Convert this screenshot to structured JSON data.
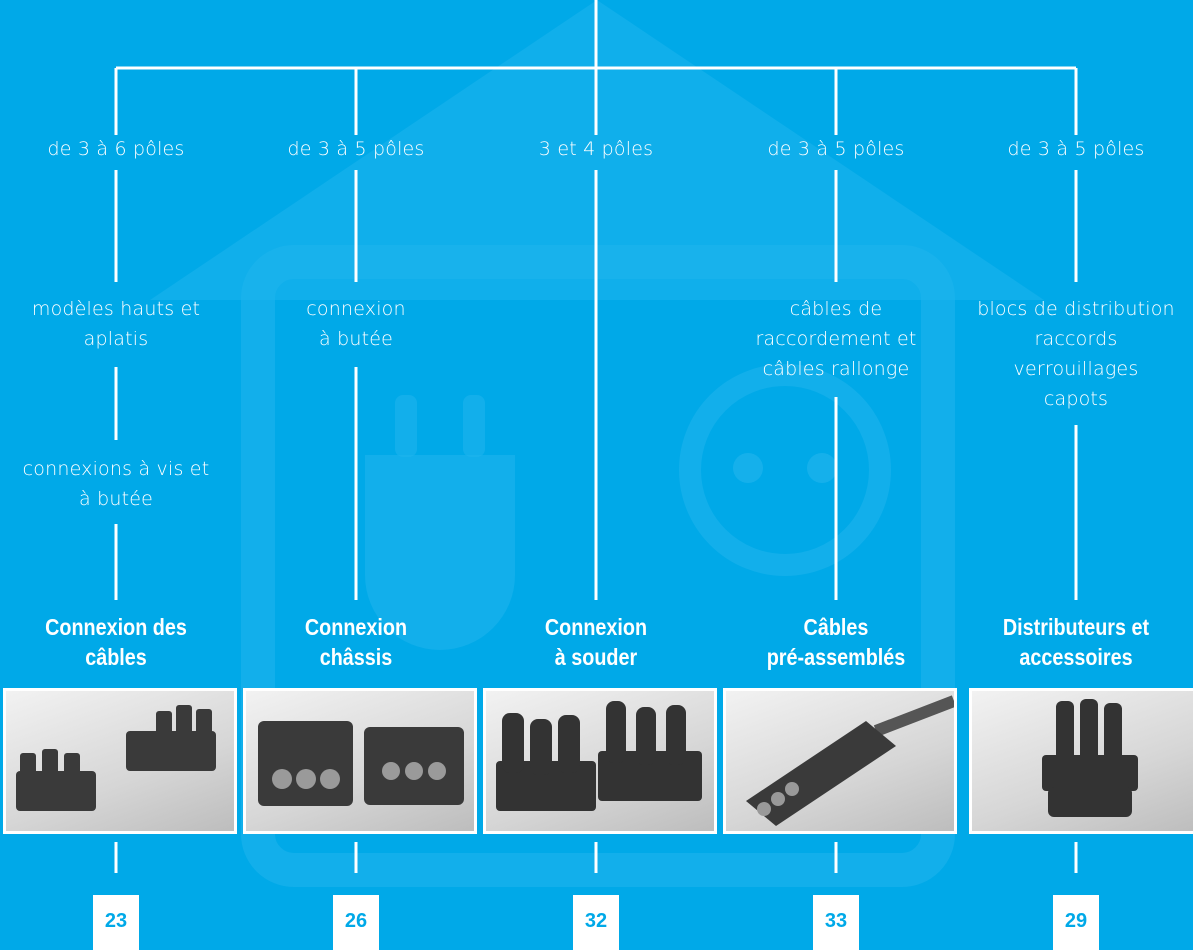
{
  "colors": {
    "background": "#00a9e8",
    "lines": "#ffffff",
    "badge_text": "#00a9e8"
  },
  "columns": [
    {
      "poles": "de 3 à 6 pôles",
      "detail1": "modèles hauts et\naplatis",
      "detail2": "connexions à vis et\nà butée",
      "title": "Connexion des\ncâbles",
      "page": "23",
      "icon": "cable-connector-photo"
    },
    {
      "poles": "de 3 à 5 pôles",
      "detail1": "connexion\nà butée",
      "detail2": "",
      "title": "Connexion\nchâssis",
      "page": "26",
      "icon": "chassis-connector-photo"
    },
    {
      "poles": "3 et 4 pôles",
      "detail1": "",
      "detail2": "",
      "title": "Connexion\nà souder",
      "page": "32",
      "icon": "solder-connector-photo"
    },
    {
      "poles": "de 3 à 5 pôles",
      "detail1": "câbles de\nraccordement et\ncâbles rallonge",
      "detail2": "",
      "title": "Câbles\npré-assemblés",
      "page": "33",
      "icon": "preassembled-cable-photo"
    },
    {
      "poles": "de 3 à 5 pôles",
      "detail1": "blocs de distribution\nraccords\nverrouillages\ncapots",
      "detail2": "",
      "title": "Distributeurs et\naccessoires",
      "page": "29",
      "icon": "distributor-photo"
    }
  ]
}
